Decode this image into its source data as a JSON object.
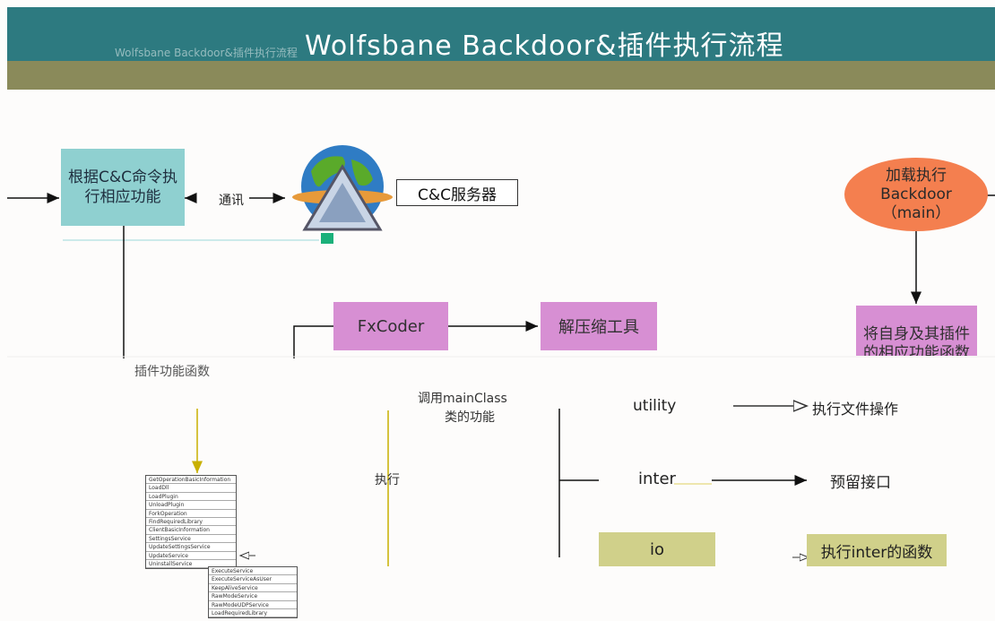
{
  "title": "Wolfsbane Backdoor&插件执行流程",
  "subtitle": "Wolfsbane Backdoor&插件执行流程",
  "nodes": {
    "cc_exec": "根据C&C命令执行相应功能",
    "comm_label": "通讯",
    "cc_server": "C&C服务器",
    "load_exec_line1": "加载执行",
    "load_exec_line2": "Backdoor",
    "load_exec_line3": "（main）",
    "plugin_box": "将自身及其插件的相应功能函数",
    "fxcoder": "FxCoder",
    "decompress": "解压缩工具",
    "main_class_line1": "调用mainClass",
    "main_class_line2": "类的功能",
    "exec_label": "执行",
    "utility": "utility",
    "exec_file_ops": "执行文件操作",
    "inter": "inter",
    "reserved_interface": "预留接口",
    "io": "io",
    "exec_inter_funcs": "执行inter的函数",
    "plugin_funcs_label": "插件功能函数"
  },
  "main_functions": [
    "GetOperationBasicInformation",
    "LoadDll",
    "LoadPlugin",
    "UnloadPlugin",
    "ForkOperation",
    "FindRequiredLibrary",
    "ClientBasicInformation",
    "SettingsService",
    "UpdateSettingsService",
    "UpdateService",
    "UninstallService"
  ],
  "service_functions": [
    "ExecuteService",
    "ExecuteServiceAsUser",
    "KeepAliveService",
    "RawModeService",
    "RawModeUDPService",
    "LoadRequiredLibrary"
  ],
  "colors": {
    "title_bar": "#2d7a80",
    "title_band": "#8a8a5a",
    "teal_box": "#8fd0d0",
    "violet_box": "#d78fd3",
    "olive_box": "#d0d08a",
    "ellipse": "#f47f4f",
    "arrow_yellow": "#c8b000"
  },
  "icons": {
    "globe": "globe-network-icon"
  }
}
